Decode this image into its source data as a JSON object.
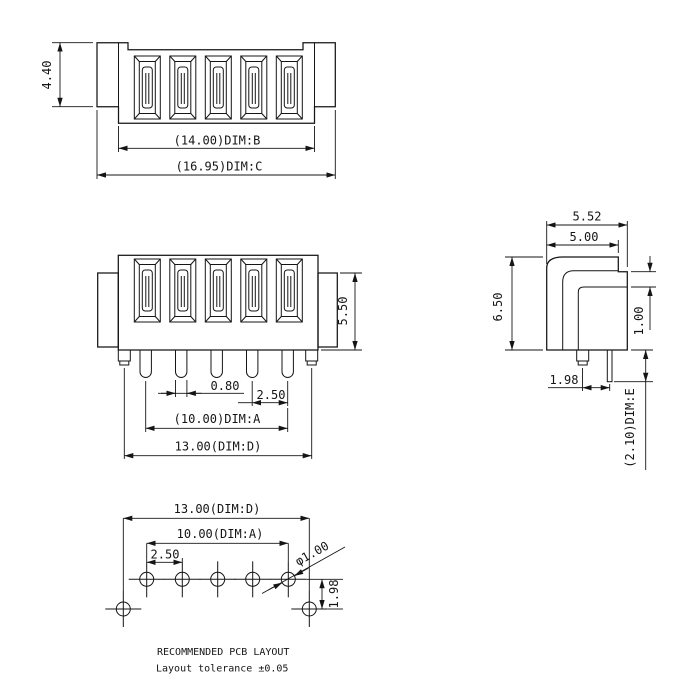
{
  "drawing": {
    "background": "#ffffff",
    "line_color": "#151515",
    "top_view": {
      "dim_height": "4.40",
      "dim_b": "(14.00)DIM:B",
      "dim_c": "(16.95)DIM:C"
    },
    "front_view": {
      "dim_height": "5.50",
      "dim_pin_width": "0.80",
      "dim_pitch": "2.50",
      "dim_a": "(10.00)DIM:A",
      "dim_d": "13.00(DIM:D)"
    },
    "side_view": {
      "dim_total_width": "5.52",
      "dim_body_width": "5.00",
      "dim_height": "6.50",
      "dim_step": "1.00",
      "dim_pin_offset": "1.98",
      "dim_e": "(2.10)DIM:E"
    },
    "pcb_layout": {
      "dim_d": "13.00(DIM:D)",
      "dim_a": "10.00(DIM:A)",
      "dim_pitch": "2.50",
      "dim_hole_dia": "φ1.00",
      "dim_row_offset": "1.98",
      "note_line1": "RECOMMENDED PCB LAYOUT",
      "note_line2": "Layout tolerance ±0.05"
    }
  }
}
